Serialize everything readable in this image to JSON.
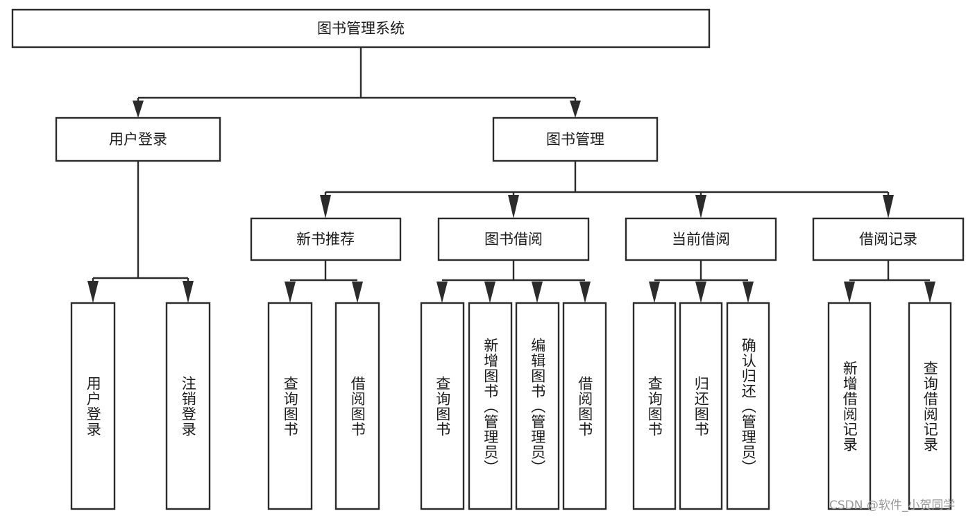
{
  "diagram": {
    "title": "图书管理系统",
    "type": "tree-hierarchy-diagram",
    "colors": {
      "box_stroke": "#2b2b2b",
      "box_fill": "#ffffff",
      "text": "#1a1a1a",
      "background": "#ffffff",
      "watermark": "#9a9a9a"
    },
    "root": {
      "label": "图书管理系统"
    },
    "level2": [
      {
        "label": "用户登录"
      },
      {
        "label": "图书管理"
      }
    ],
    "level3": [
      {
        "label": "新书推荐"
      },
      {
        "label": "图书借阅"
      },
      {
        "label": "当前借阅"
      },
      {
        "label": "借阅记录"
      }
    ],
    "leaves": {
      "user_login": [
        {
          "label": "用户登录"
        },
        {
          "label": "注销登录"
        }
      ],
      "new_book_recommend": [
        {
          "label": "查询图书"
        },
        {
          "label": "借阅图书"
        }
      ],
      "book_borrow": [
        {
          "label": "查询图书"
        },
        {
          "label": "新增图书（管理员）"
        },
        {
          "label": "编辑图书（管理员）"
        },
        {
          "label": "借阅图书"
        }
      ],
      "current_borrow": [
        {
          "label": "查询图书"
        },
        {
          "label": "归还图书"
        },
        {
          "label": "确认归还（管理员）"
        }
      ],
      "borrow_record": [
        {
          "label": "新增借阅记录"
        },
        {
          "label": "查询借阅记录"
        }
      ]
    }
  },
  "watermark": {
    "text": "CSDN @软件_小贺同学"
  }
}
